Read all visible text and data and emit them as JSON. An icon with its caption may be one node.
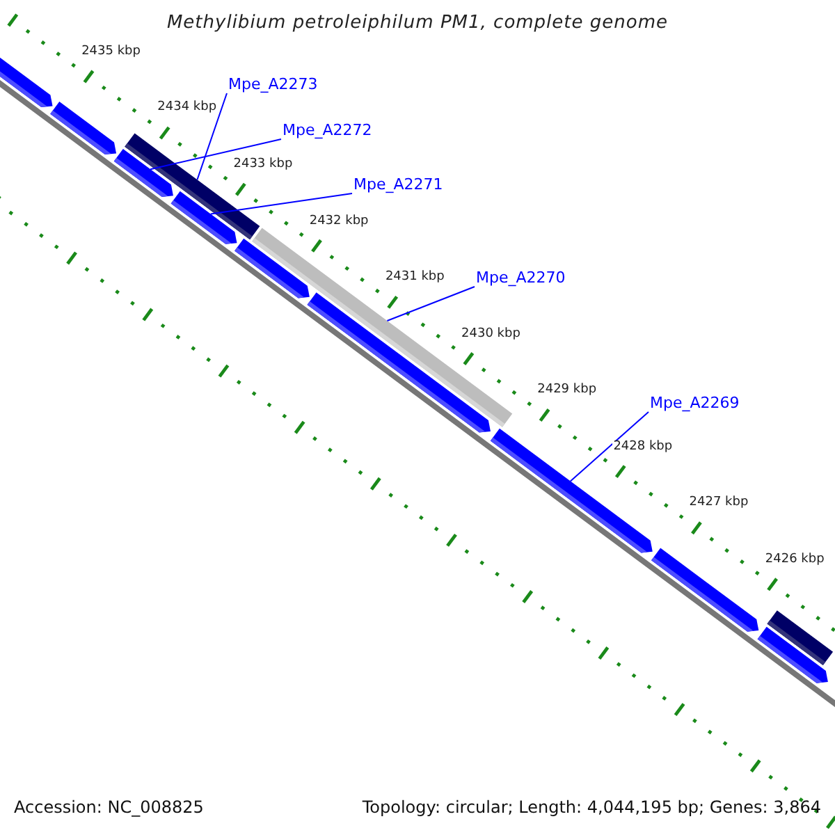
{
  "diagram": {
    "title": "Methylibium petroleiphilum PM1, complete genome",
    "nodes": [
      {
        "text": [
          "Mpe_A2273"
        ]
      },
      {
        "text": [
          "Mpe_A2272"
        ]
      },
      {
        "text": [
          "Mpe_A2271"
        ]
      },
      {
        "text": [
          "Mpe_A2270"
        ]
      },
      {
        "text": [
          "Mpe_A2269"
        ]
      },
      {
        "text": [],
        "shape": "bar"
      },
      {
        "text": [],
        "shape": "bar"
      },
      {
        "text": [],
        "shape": "bar"
      },
      {
        "text": [],
        "shape": "bar"
      },
      {
        "text": [],
        "shape": "bar"
      },
      {
        "text": [],
        "shape": "bar"
      },
      {
        "text": [],
        "shape": "bar"
      },
      {
        "text": [],
        "shape": "bar"
      },
      {
        "text": [],
        "shape": "bar"
      },
      {
        "text": [],
        "shape": "bar"
      },
      {
        "text": [],
        "shape": "bar"
      },
      {
        "text": [],
        "shape": "bar"
      }
    ],
    "edges": [
      {
        "from": 0,
        "to": 7,
        "arrow": "none"
      },
      {
        "from": 1,
        "to": 8,
        "arrow": "none"
      },
      {
        "from": 2,
        "to": 9,
        "arrow": "none"
      },
      {
        "from": 3,
        "to": 11,
        "arrow": "none"
      },
      {
        "from": 4,
        "to": 13,
        "arrow": "none"
      }
    ],
    "labels": [
      "2435 kbp",
      "2434 kbp",
      "2433 kbp",
      "2432 kbp",
      "2431 kbp",
      "2430 kbp",
      "2429 kbp",
      "2428 kbp",
      "2427 kbp",
      "2426 kbp",
      "Accession: NC_008825",
      "Topology: circular; Length: 4,044,195 bp; Genes: 3,864"
    ]
  }
}
